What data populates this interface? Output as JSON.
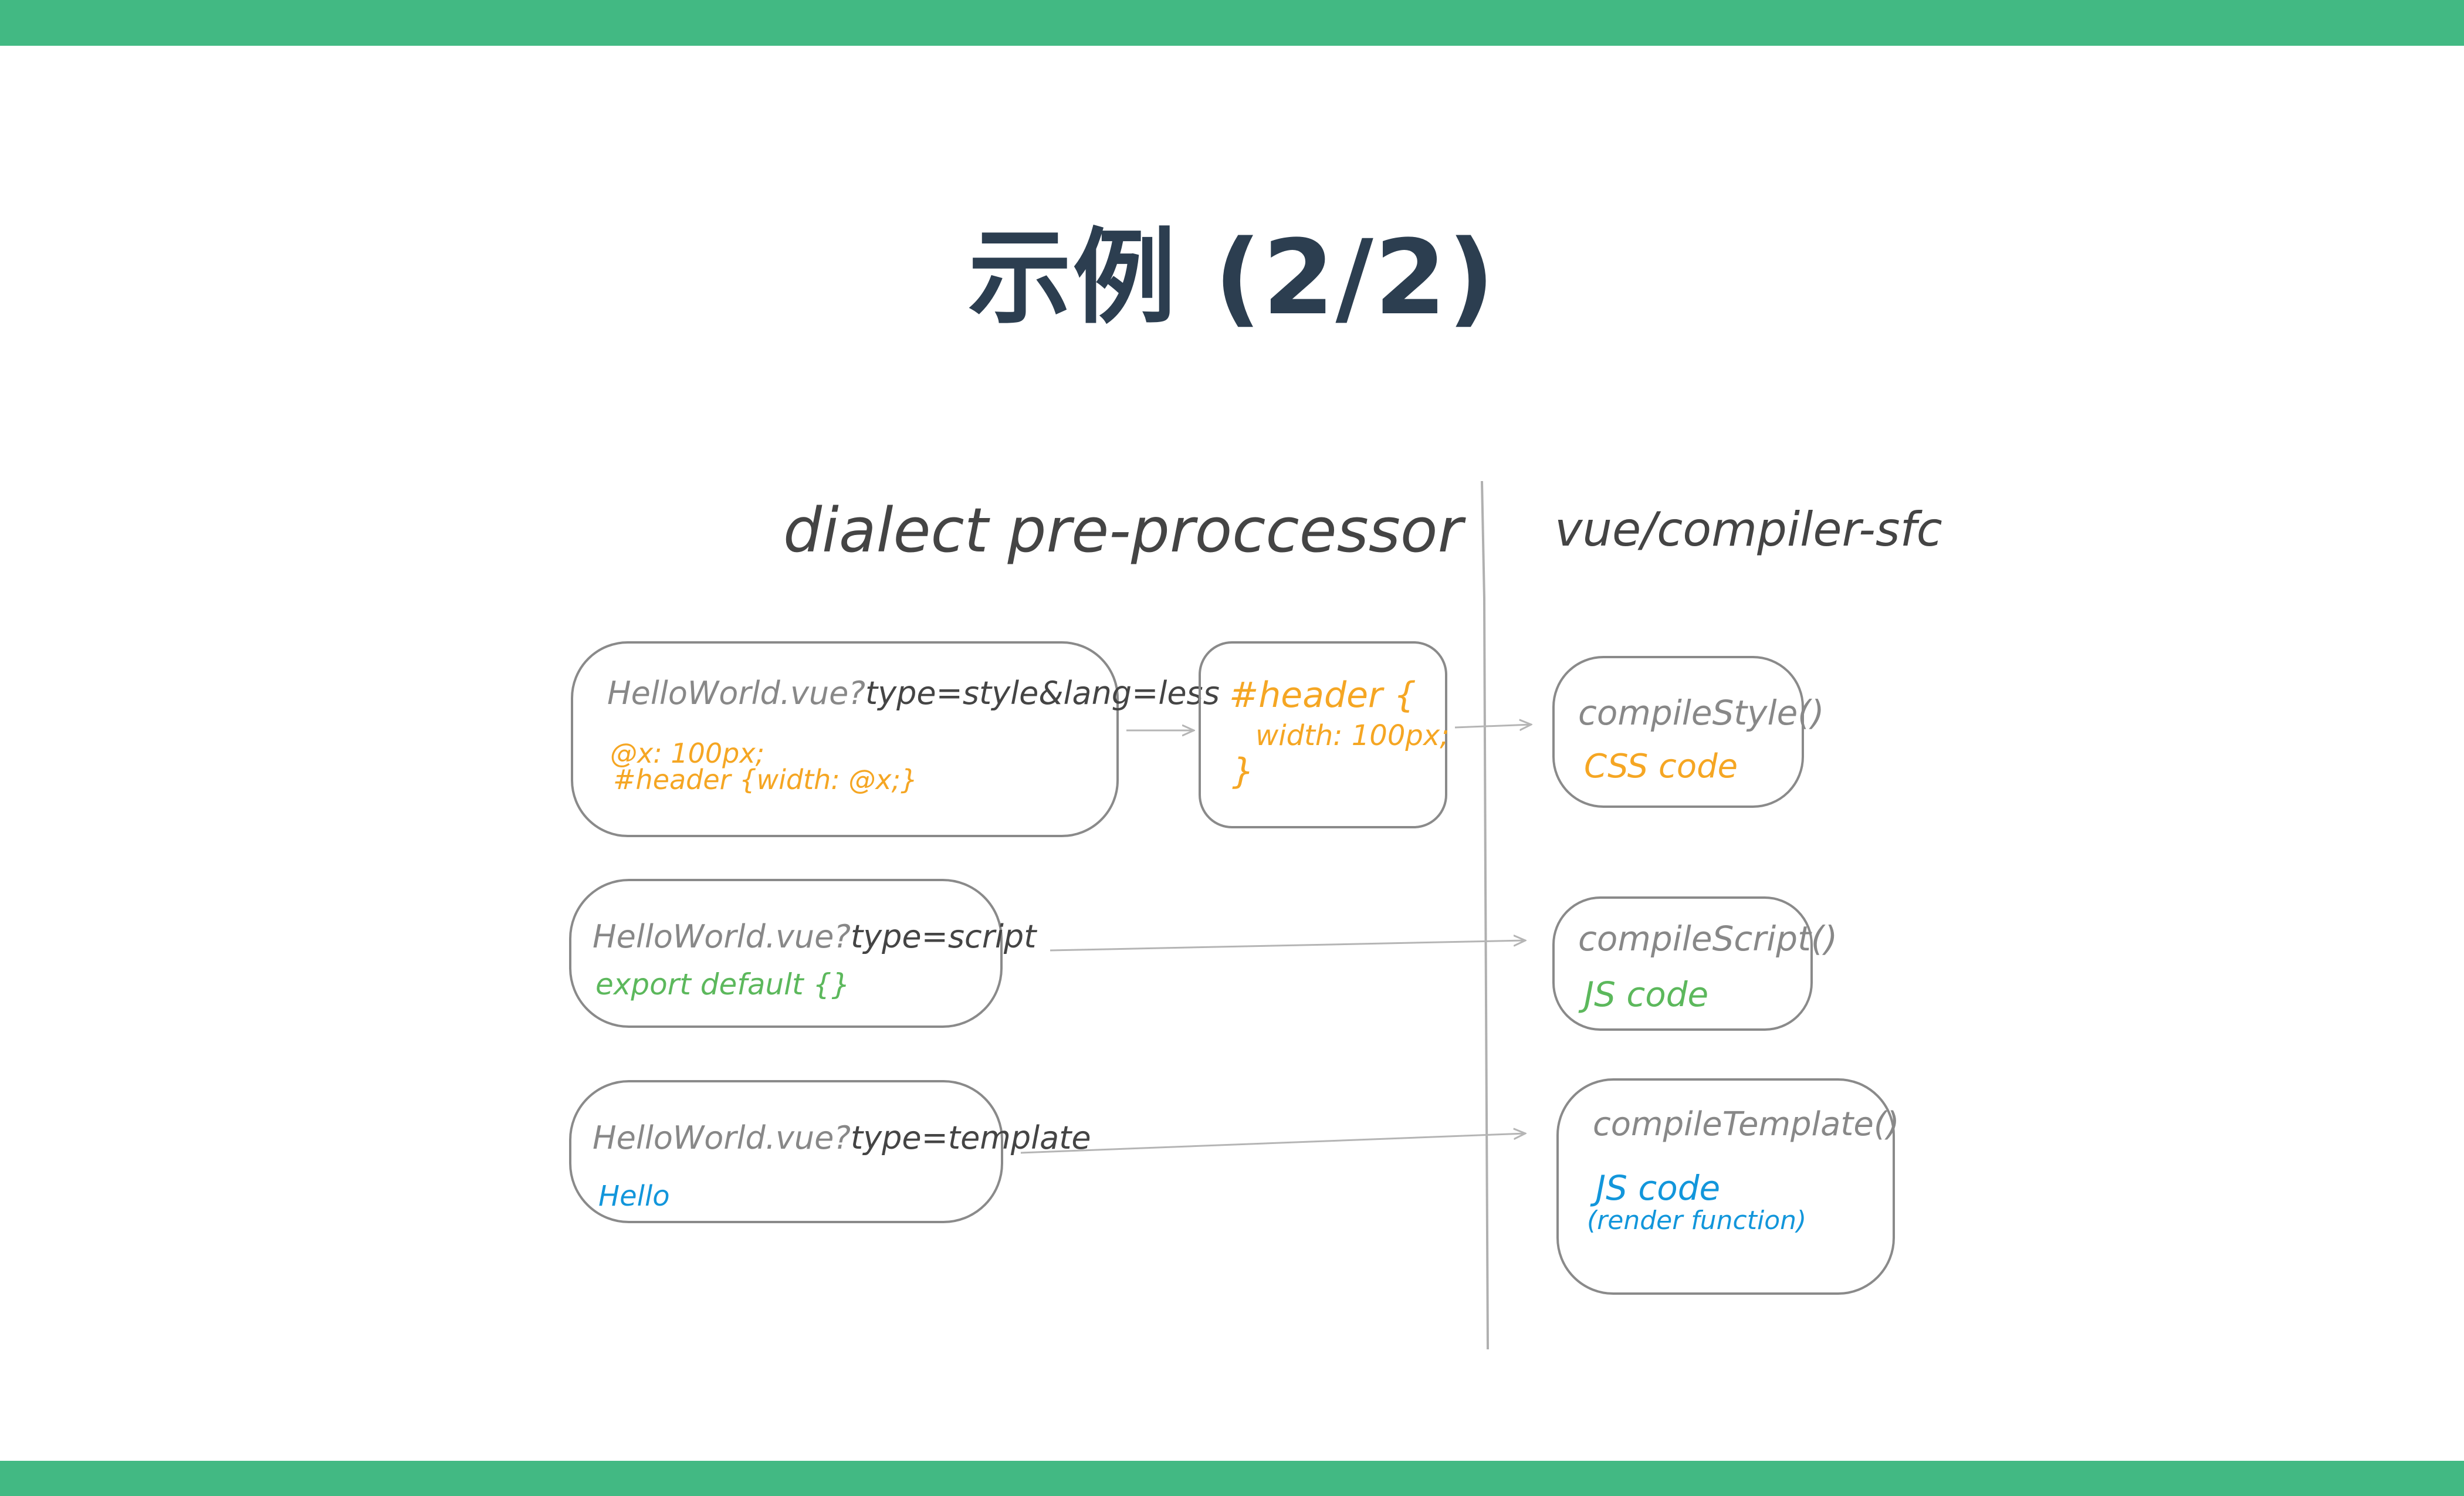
{
  "slide": {
    "title": "示例 (2/2)",
    "colors": {
      "bar": "#42b983",
      "title": "#2c3e50",
      "ink": "#444444",
      "light_ink": "#888888",
      "box_stroke": "#8a8a8a",
      "arrow": "#b5b5b5",
      "orange": "#f5a623",
      "green": "#5cb85c",
      "blue": "#1296db"
    }
  },
  "diagram": {
    "left_heading": "dialect pre-proccessor",
    "right_heading": "vue/compiler-sfc",
    "style_row": {
      "request_prefix": "HelloWorld.vue?",
      "request_query": "type=style&lang=less",
      "code_line1": "@x: 100px;",
      "code_line2": "#header {width: @x;}",
      "output_line1": "#header {",
      "output_line2": "width: 100px;",
      "output_line3": "}",
      "compile_fn": "compileStyle()",
      "compile_result": "CSS code"
    },
    "script_row": {
      "request_prefix": "HelloWorld.vue?",
      "request_query": "type=script",
      "code_line1": "export default {}",
      "compile_fn": "compileScript()",
      "compile_result": "JS code"
    },
    "template_row": {
      "request_prefix": "HelloWorld.vue?",
      "request_query": "type=template",
      "code_line1": "Hello",
      "compile_fn": "compileTemplate()",
      "compile_result": "JS code",
      "compile_result_note": "(render function)"
    }
  }
}
